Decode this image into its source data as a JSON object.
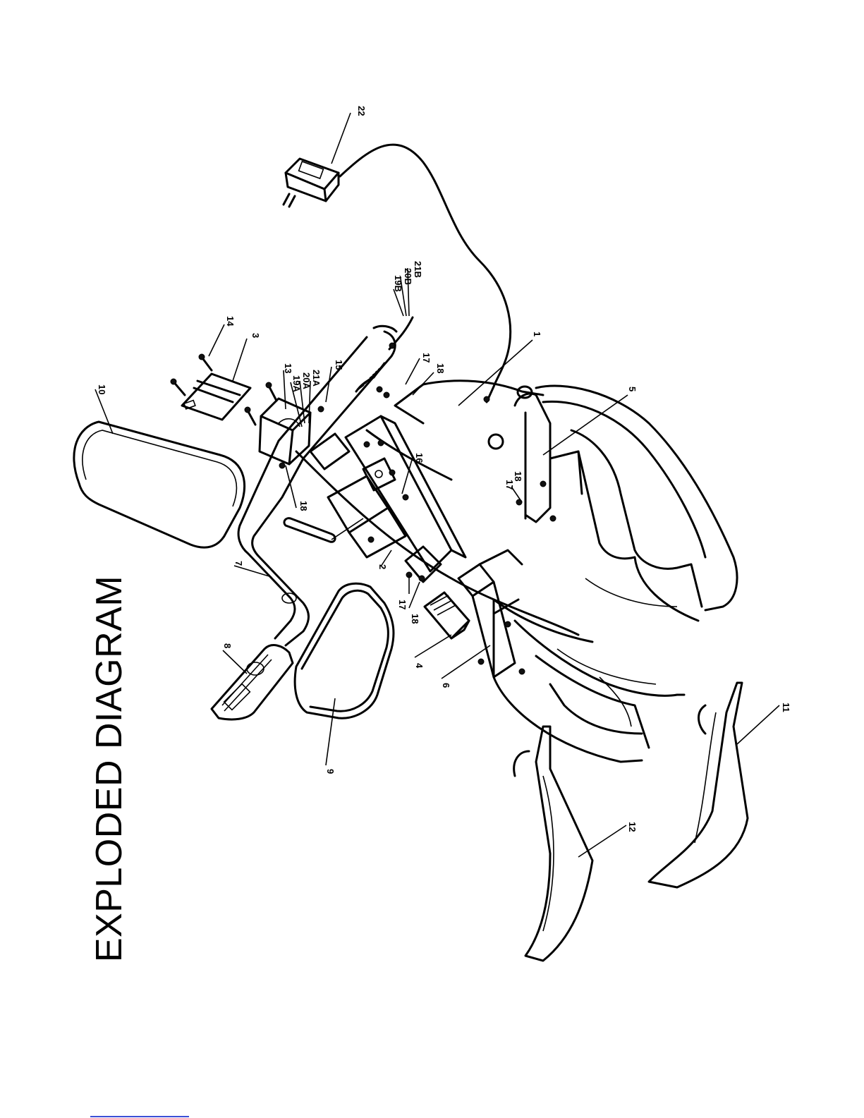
{
  "title": "EXPLODED DIAGRAM",
  "callouts": [
    {
      "id": "c1",
      "text": "1"
    },
    {
      "id": "c2",
      "text": "2"
    },
    {
      "id": "c3",
      "text": "3"
    },
    {
      "id": "c4",
      "text": "4"
    },
    {
      "id": "c5",
      "text": "5"
    },
    {
      "id": "c6",
      "text": "6"
    },
    {
      "id": "c7",
      "text": "7"
    },
    {
      "id": "c8",
      "text": "8"
    },
    {
      "id": "c9",
      "text": "9"
    },
    {
      "id": "c10",
      "text": "10"
    },
    {
      "id": "c11",
      "text": "11"
    },
    {
      "id": "c12",
      "text": "12"
    },
    {
      "id": "c13",
      "text": "13"
    },
    {
      "id": "c14",
      "text": "14"
    },
    {
      "id": "c15",
      "text": "15"
    },
    {
      "id": "c16",
      "text": "16"
    },
    {
      "id": "c17a",
      "text": "17"
    },
    {
      "id": "c18a",
      "text": "18"
    },
    {
      "id": "c17b",
      "text": "17"
    },
    {
      "id": "c18b",
      "text": "18"
    },
    {
      "id": "c17c",
      "text": "17"
    },
    {
      "id": "c18c",
      "text": "18"
    },
    {
      "id": "c18d",
      "text": "18"
    },
    {
      "id": "c19a",
      "text": "19A"
    },
    {
      "id": "c20a",
      "text": "20A"
    },
    {
      "id": "c21a",
      "text": "21A"
    },
    {
      "id": "c19b",
      "text": "19B"
    },
    {
      "id": "c20b",
      "text": "20B"
    },
    {
      "id": "c21b",
      "text": "21B"
    },
    {
      "id": "c22",
      "text": "22"
    }
  ]
}
